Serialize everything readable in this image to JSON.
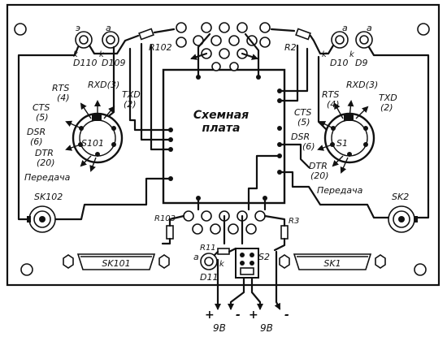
{
  "board": {
    "center_label_1": "Схемная",
    "center_label_2": "плата"
  },
  "left_port": {
    "connector": "S101",
    "socket": "SK102",
    "db_label": "SK101",
    "pins": {
      "rts": "RTS",
      "rts_num": "(4)",
      "rxd": "RXD(3)",
      "txd": "TXD",
      "txd_num": "(2)",
      "cts": "CTS",
      "cts_num": "(5)",
      "dsr": "DSR",
      "dsr_num": "(6)",
      "dtr": "DTR",
      "dtr_num": "(20)"
    },
    "transmit": "Передача",
    "diodes": [
      "D110",
      "D109"
    ],
    "resistor": "R102",
    "resistor_low": "R103",
    "anode_marks": [
      "э",
      "a"
    ],
    "cathode_marks": [
      "k",
      "k"
    ]
  },
  "right_port": {
    "connector": "S1",
    "socket": "SK2",
    "db_label": "SK1",
    "pins": {
      "rts": "RTS",
      "rts_num": "(4)",
      "rxd": "RXD(3)",
      "txd": "TXD",
      "txd_num": "(2)",
      "cts": "CTS",
      "cts_num": "(5)",
      "dsr": "DSR",
      "dsr_num": "(6)",
      "dtr": "DTR",
      "dtr_num": "(20)"
    },
    "transmit": "Передача",
    "diodes": [
      "D10",
      "D9"
    ],
    "resistor": "R2",
    "resistor_low": "R3",
    "anode_marks": [
      "a",
      "a"
    ],
    "cathode_marks": [
      "k",
      "k"
    ]
  },
  "bottom": {
    "diode": "D11",
    "resistor": "R11",
    "switch": "S2",
    "anode_mark": "a",
    "cathode_mark": "k",
    "supplies": [
      {
        "plus": "+",
        "minus": "-",
        "voltage": "9В"
      },
      {
        "plus": "+",
        "minus": "-",
        "voltage": "9В"
      }
    ]
  }
}
